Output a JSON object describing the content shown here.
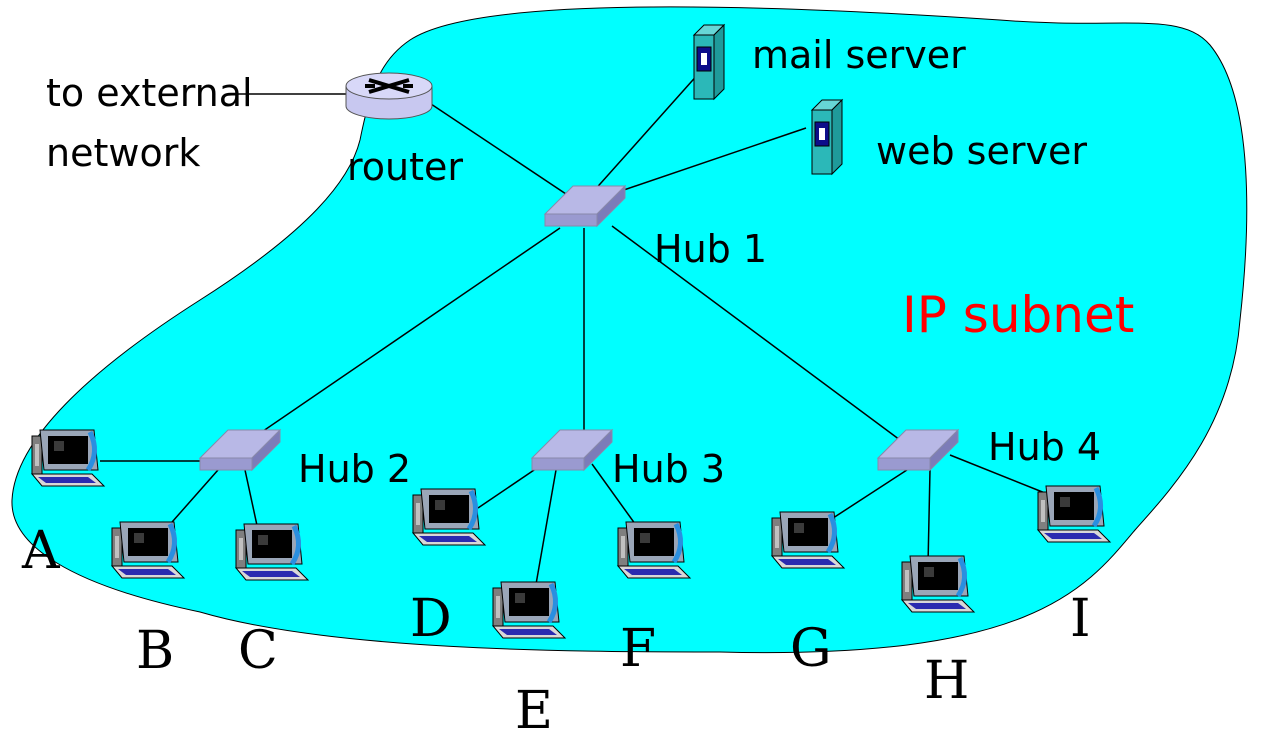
{
  "labels": {
    "external": [
      "to external",
      "network"
    ],
    "router": "router",
    "mail_server": "mail server",
    "web_server": "web server",
    "hub1": "Hub 1",
    "hub2": "Hub 2",
    "hub3": "Hub 3",
    "hub4": "Hub 4",
    "subnet": "IP subnet"
  },
  "hosts": [
    "A",
    "B",
    "C",
    "D",
    "E",
    "F",
    "G",
    "H",
    "I"
  ],
  "colors": {
    "subnet_fill": "#00ffff",
    "subnet_text": "#ff0000",
    "hub": "#b8b8e6",
    "router": "#c8c8f0",
    "server": "#2bb8b8",
    "line": "#000000"
  }
}
